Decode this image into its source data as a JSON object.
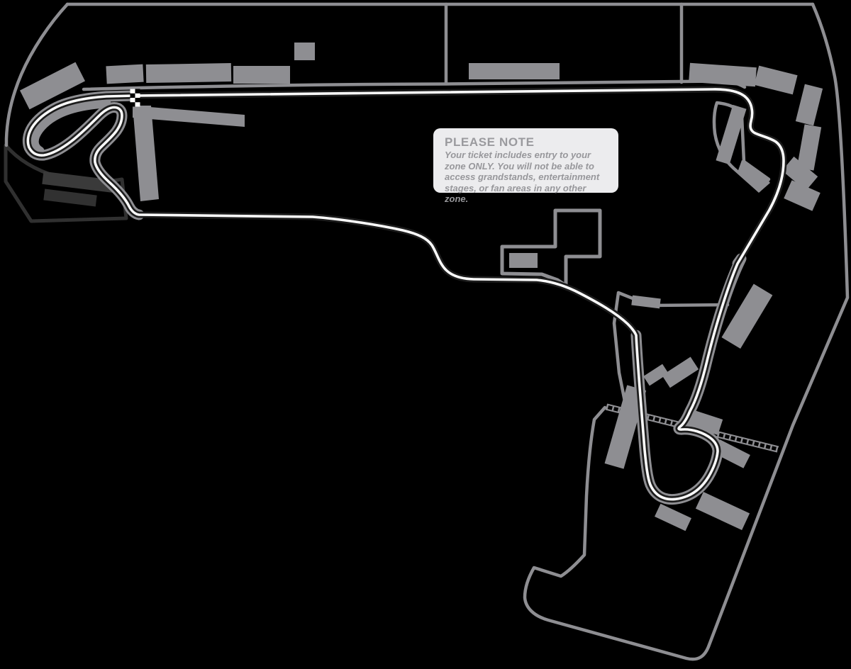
{
  "map": {
    "kind": "race-circuit zone map",
    "start_finish_marker": "checkered-flag",
    "colors": {
      "bg": "#000000",
      "gray": "#8e8e92",
      "track": "#fbfbfb",
      "casing": "#1c1c1c",
      "dark-line": "#303030",
      "dark-fill": "#3a3a3a",
      "note-bg": "#ececee",
      "note-title": "#9a9a9e",
      "note-text": "#97979b"
    }
  },
  "note": {
    "title": "PLEASE NOTE",
    "lines": [
      "Your ticket includes entry to your",
      "zone ONLY. You will not be able to",
      "access grandstands, entertainment",
      "stages, or fan areas in any other zone."
    ]
  }
}
